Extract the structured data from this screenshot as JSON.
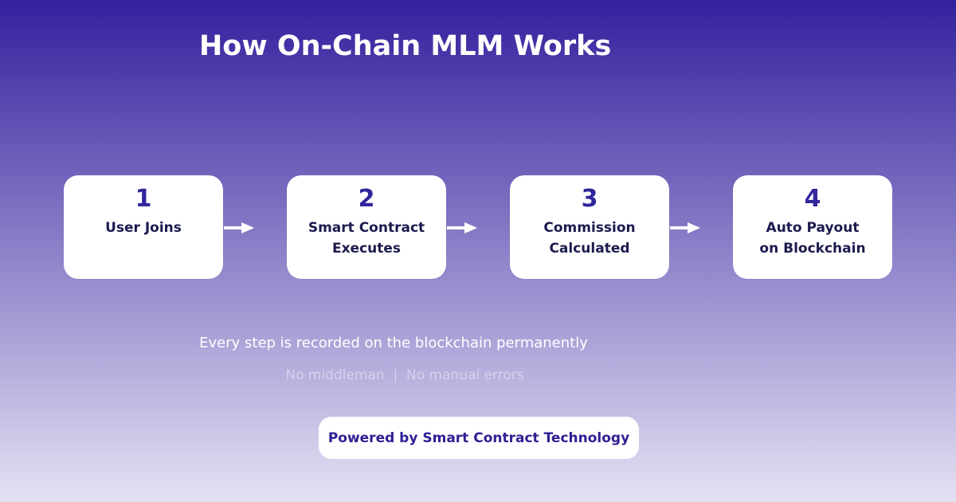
{
  "header": {
    "title": "How On-Chain MLM Works"
  },
  "flow": {
    "steps": [
      {
        "number": "1",
        "label": "User Joins"
      },
      {
        "number": "2",
        "label": "Smart Contract\nExecutes"
      },
      {
        "number": "3",
        "label": "Commission\nCalculated"
      },
      {
        "number": "4",
        "label": "Auto Payout\non Blockchain"
      }
    ],
    "arrow_icon": "arrow-right"
  },
  "footer": {
    "note": "Every step is recorded on the blockchain permanently",
    "benefits": "No middleman  |  No manual errors",
    "badge": "Powered by Smart Contract Technology"
  },
  "colors": {
    "background_top": "#33219e",
    "background_bottom": "#e5e1f3",
    "card_background": "#ffffff",
    "step_number": "#31269b",
    "step_label": "#1b1b4e",
    "title_text": "#ffffff",
    "note_text": "#ffffff",
    "benefits_text": "#c5bce9",
    "badge_background": "#ffffff",
    "badge_text": "#2e2093",
    "arrow": "#ffffff"
  }
}
